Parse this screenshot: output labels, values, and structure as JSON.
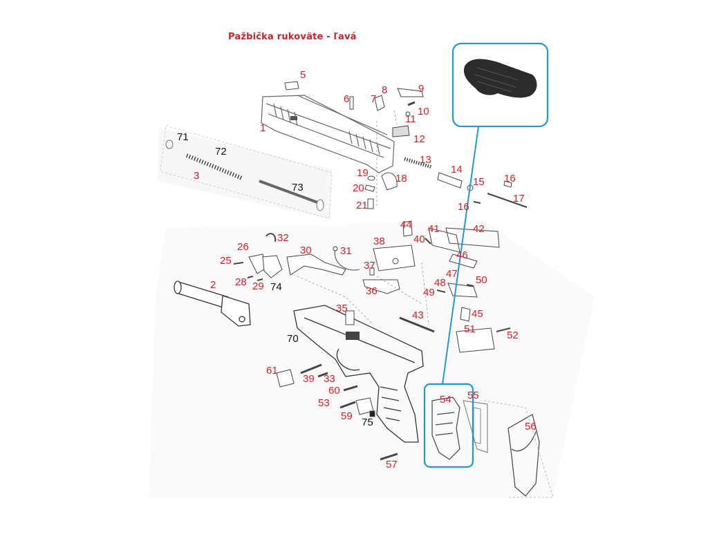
{
  "title": "Pažbička rukoväte - ľavá",
  "colors": {
    "label_red": "#e01b24",
    "label_black": "#111111",
    "highlight": "#1a9ad6",
    "line": "#555555"
  },
  "parts": [
    {
      "n": "1",
      "c": "red"
    },
    {
      "n": "2",
      "c": "red"
    },
    {
      "n": "3",
      "c": "red"
    },
    {
      "n": "5",
      "c": "red"
    },
    {
      "n": "6",
      "c": "red"
    },
    {
      "n": "7",
      "c": "red"
    },
    {
      "n": "8",
      "c": "red"
    },
    {
      "n": "9",
      "c": "red"
    },
    {
      "n": "10",
      "c": "red"
    },
    {
      "n": "11",
      "c": "red"
    },
    {
      "n": "12",
      "c": "red"
    },
    {
      "n": "13",
      "c": "red"
    },
    {
      "n": "14",
      "c": "red"
    },
    {
      "n": "15",
      "c": "red"
    },
    {
      "n": "16",
      "c": "red"
    },
    {
      "n": "16",
      "c": "red"
    },
    {
      "n": "17",
      "c": "red"
    },
    {
      "n": "18",
      "c": "red"
    },
    {
      "n": "19",
      "c": "red"
    },
    {
      "n": "20",
      "c": "red"
    },
    {
      "n": "21",
      "c": "red"
    },
    {
      "n": "25",
      "c": "red"
    },
    {
      "n": "26",
      "c": "red"
    },
    {
      "n": "28",
      "c": "red"
    },
    {
      "n": "29",
      "c": "red"
    },
    {
      "n": "30",
      "c": "red"
    },
    {
      "n": "31",
      "c": "red"
    },
    {
      "n": "32",
      "c": "red"
    },
    {
      "n": "33",
      "c": "red"
    },
    {
      "n": "35",
      "c": "red"
    },
    {
      "n": "36",
      "c": "red"
    },
    {
      "n": "37",
      "c": "red"
    },
    {
      "n": "38",
      "c": "red"
    },
    {
      "n": "39",
      "c": "red"
    },
    {
      "n": "40",
      "c": "red"
    },
    {
      "n": "41",
      "c": "red"
    },
    {
      "n": "42",
      "c": "red"
    },
    {
      "n": "43",
      "c": "red"
    },
    {
      "n": "44",
      "c": "red"
    },
    {
      "n": "45",
      "c": "red"
    },
    {
      "n": "46",
      "c": "red"
    },
    {
      "n": "47",
      "c": "red"
    },
    {
      "n": "48",
      "c": "red"
    },
    {
      "n": "49",
      "c": "red"
    },
    {
      "n": "50",
      "c": "red"
    },
    {
      "n": "51",
      "c": "red"
    },
    {
      "n": "52",
      "c": "red"
    },
    {
      "n": "53",
      "c": "red"
    },
    {
      "n": "54",
      "c": "red"
    },
    {
      "n": "55",
      "c": "red"
    },
    {
      "n": "56",
      "c": "red"
    },
    {
      "n": "57",
      "c": "red"
    },
    {
      "n": "59",
      "c": "red"
    },
    {
      "n": "60",
      "c": "red"
    },
    {
      "n": "61",
      "c": "red"
    },
    {
      "n": "70",
      "c": "black"
    },
    {
      "n": "71",
      "c": "black"
    },
    {
      "n": "72",
      "c": "black"
    },
    {
      "n": "73",
      "c": "black"
    },
    {
      "n": "74",
      "c": "black"
    },
    {
      "n": "75",
      "c": "black"
    }
  ]
}
